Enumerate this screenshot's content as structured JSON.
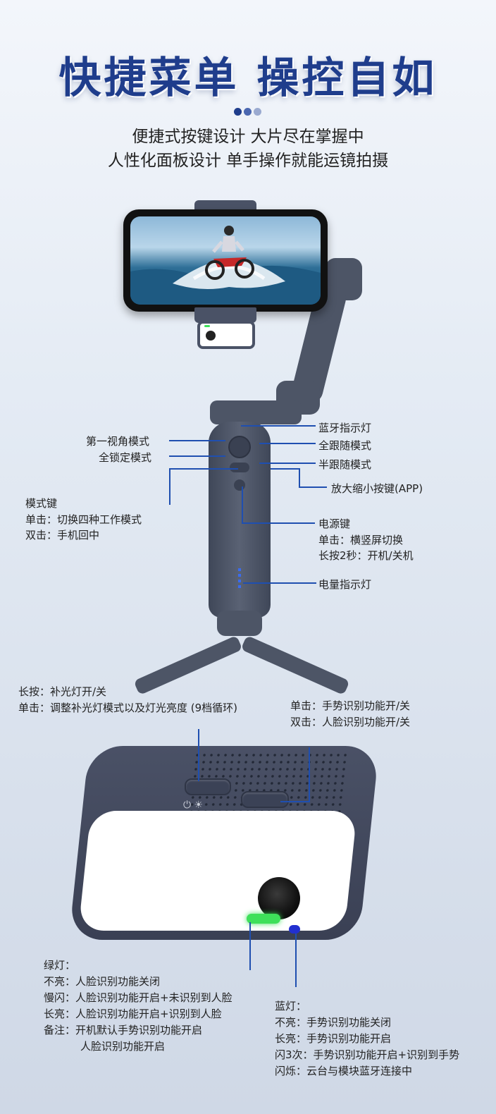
{
  "header": {
    "title": "快捷菜单  操控自如",
    "dots": [
      "#1f3d8c",
      "#4a67b0",
      "#9aaad0"
    ],
    "subtitle_1": "便捷式按键设计 大片尽在掌握中",
    "subtitle_2": "人性化面板设计 单手操作就能运镜拍摄"
  },
  "gimbal_labels": {
    "first_person_mode": "第一视角模式",
    "full_lock_mode": "全锁定模式",
    "bluetooth_indicator": "蓝牙指示灯",
    "full_follow_mode": "全跟随模式",
    "half_follow_mode": "半跟随模式",
    "zoom_button": "放大缩小按键(APP)",
    "mode_key": {
      "title": "模式键",
      "single": "单击：切换四种工作模式",
      "double": "双击：手机回中"
    },
    "power_key": {
      "title": "电源键",
      "single": "单击：横竖屏切换",
      "long": "长按2秒：开机/关机"
    },
    "battery_indicator": "电量指示灯"
  },
  "module_labels": {
    "left_button": {
      "long": "长按：补光灯开/关",
      "single": "单击：调整补光灯模式以及灯光亮度 (9档循环)"
    },
    "right_button": {
      "single": "单击：手势识别功能开/关",
      "double": "双击：人脸识别功能开/关"
    },
    "green_light": {
      "title": "绿灯：",
      "off": "不亮：人脸识别功能关闭",
      "slow_blink": "慢闪：人脸识别功能开启+未识别到人脸",
      "on": "长亮：人脸识别功能开启+识别到人脸",
      "note": "备注：开机默认手势识别功能开启",
      "note_2": "人脸识别功能开启"
    },
    "blue_light": {
      "title": "蓝灯：",
      "off": "不亮：手势识别功能关闭",
      "on": "长亮：手势识别功能开启",
      "blink3": "闪3次：手势识别功能开启+识别到手势",
      "flash": "闪烁：云台与模块蓝牙连接中"
    }
  },
  "colors": {
    "title": "#1f3d8c",
    "callout_line": "#1f4fb0",
    "green_led": "#3ee05a",
    "blue_led": "#2230d0"
  }
}
